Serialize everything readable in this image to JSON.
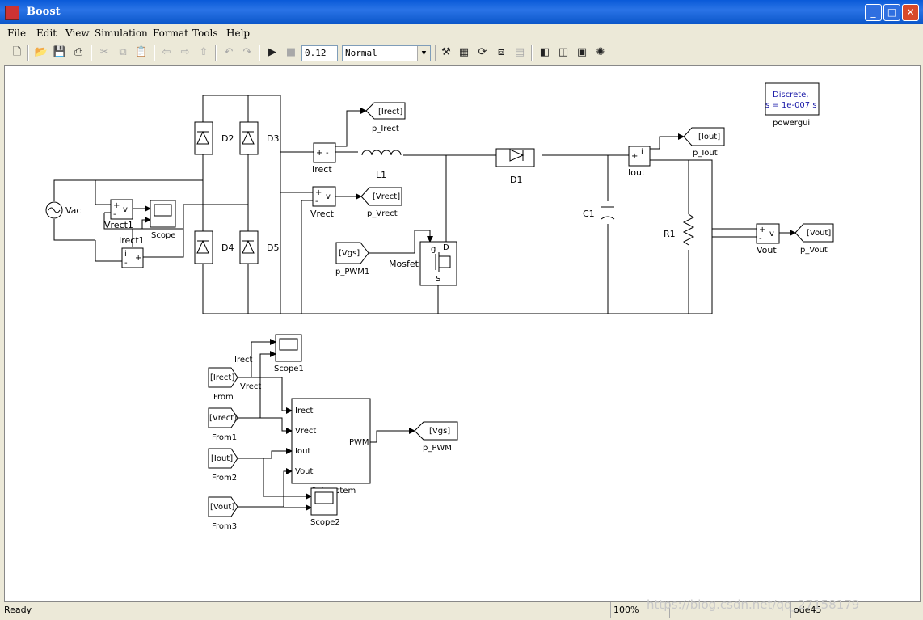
{
  "window": {
    "title": "Boost"
  },
  "menu": [
    "File",
    "Edit",
    "View",
    "Simulation",
    "Format",
    "Tools",
    "Help"
  ],
  "toolbar": {
    "stop_time": "0.12",
    "sim_mode": "Normal"
  },
  "blocks": {
    "vac": "Vac",
    "d2": "D2",
    "d3": "D3",
    "d4": "D4",
    "d5": "D5",
    "irect": "Irect",
    "vrect": "Vrect",
    "vrect1": "Vrect1",
    "irect1": "Irect1",
    "scope": "Scope",
    "l1": "L1",
    "d1": "D1",
    "c1": "C1",
    "r1": "R1",
    "iout": "Iout",
    "vout": "Vout",
    "mosfet": "Mosfet",
    "goto_irect_tag": "[Irect]",
    "goto_irect_name": "p_Irect",
    "goto_vrect_tag": "[Vrect]",
    "goto_vrect_name": "p_Vrect",
    "goto_iout_tag": "[Iout]",
    "goto_iout_name": "p_Iout",
    "goto_vout_tag": "[Vout]",
    "goto_vout_name": "p_Vout",
    "from_vgs_tag": "[Vgs]",
    "from_vgs_name": "p_PWM1",
    "powergui_line1": "Discrete,",
    "powergui_line2": "s = 1e-007 s",
    "powergui_name": "powergui",
    "scope1": "Scope1",
    "scope2": "Scope2",
    "from_irect_tag": "[Irect]",
    "from_irect_name": "From",
    "from_vrect_tag": "[Vrect]",
    "from_vrect_name": "From1",
    "from_iout_tag": "[Iout]",
    "from_iout_name": "From2",
    "from_vout_tag": "[Vout]",
    "from_vout_name": "From3",
    "sig_irect": "Irect",
    "sig_vrect": "Vrect",
    "sub_in1": "Irect",
    "sub_in2": "Vrect",
    "sub_in3": "Iout",
    "sub_in4": "Vout",
    "sub_out": "PWM",
    "sub_name": "Subsystem",
    "goto_pwm_tag": "[Vgs]",
    "goto_pwm_name": "p_PWM",
    "plus": "+",
    "minus": "-",
    "v": "v",
    "i": "i",
    "g": "g",
    "s": "S",
    "d": "D"
  },
  "status": {
    "left": "Ready",
    "zoom": "100%",
    "solver": "ode45",
    "watermark": "https://blog.csdn.net/qq_27158179"
  },
  "colors": {
    "title_bar": "#0a5ad8",
    "close_button": "#d84a2a",
    "signal_text": "#1a1aa8"
  }
}
